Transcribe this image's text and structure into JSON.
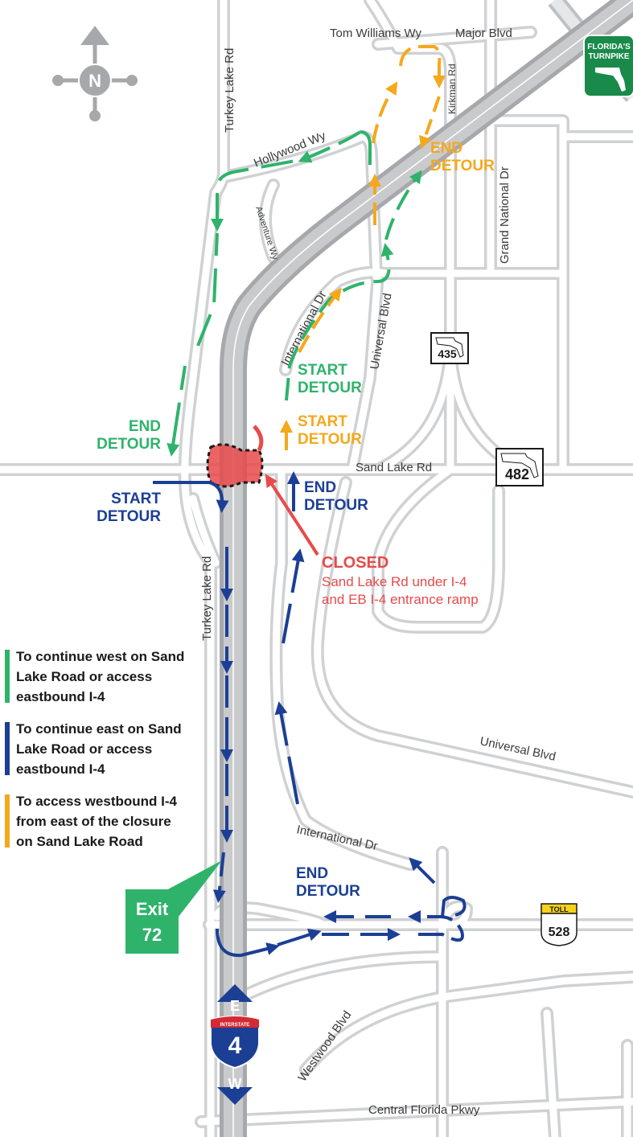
{
  "roads": {
    "turkey_lake_rd_north": "Turkey Lake Rd",
    "turkey_lake_rd_south": "Turkey Lake Rd",
    "tom_williams_wy": "Tom Williams Wy",
    "major_blvd": "Major Blvd",
    "kirkman_rd": "Kirkman Rd",
    "hollywood_wy": "Hollywood Wy",
    "adventure_wy": "Adventure Wy",
    "grand_national_dr": "Grand National Dr",
    "international_dr_north": "International Dr",
    "universal_blvd_north": "Universal Blvd",
    "sand_lake_rd": "Sand Lake Rd",
    "universal_blvd_south": "Universal Blvd",
    "international_dr_south": "International Dr",
    "westwood_blvd": "Westwood Blvd",
    "central_florida_pkwy": "Central Florida Pkwy"
  },
  "shields": {
    "sr435": "435",
    "sr482": "482",
    "sr528_toll": "TOLL",
    "sr528": "528",
    "turnpike_line1": "FLORIDA'S",
    "turnpike_line2": "TURNPIKE",
    "interstate_word": "INTERSTATE",
    "interstate_num": "4",
    "dir_east": "E",
    "dir_west": "W"
  },
  "exit": {
    "line1": "Exit",
    "line2": "72"
  },
  "detour_labels": {
    "orange_end_1": "END",
    "orange_end_2": "DETOUR",
    "green_start_1": "START",
    "green_start_2": "DETOUR",
    "orange_start_1": "START",
    "orange_start_2": "DETOUR",
    "green_end_1": "END",
    "green_end_2": "DETOUR",
    "blue_start_1": "START",
    "blue_start_2": "DETOUR",
    "blue_end_1": "END",
    "blue_end_2": "DETOUR",
    "blue_end_s_1": "END",
    "blue_end_s_2": "DETOUR"
  },
  "closure": {
    "title": "CLOSED",
    "line1": "Sand Lake Rd under I-4",
    "line2": "and EB I-4 entrance ramp"
  },
  "compass": {
    "north": "N"
  },
  "legend": [
    {
      "color": "#2fb36b",
      "lines": [
        "To continue west on Sand",
        "Lake Road or access",
        "eastbound I-4"
      ]
    },
    {
      "color": "#1b3f94",
      "lines": [
        "To continue east on Sand",
        "Lake Road or access",
        "eastbound I-4"
      ]
    },
    {
      "color": "#f5a81c",
      "lines": [
        "To access westbound I-4",
        "from east of the closure",
        "on Sand Lake Road"
      ]
    }
  ],
  "colors": {
    "green": "#2fb36b",
    "blue": "#1b3f94",
    "orange": "#f5a81c",
    "closed_red": "#e84a4a",
    "turnpike_green": "#1a8a4a",
    "exit_green": "#2fb36b",
    "interstate_blue": "#1b3f94",
    "interstate_red": "#d42a33"
  }
}
